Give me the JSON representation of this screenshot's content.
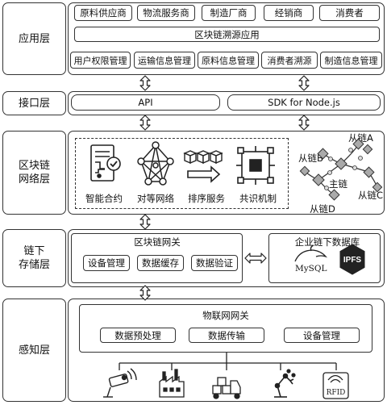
{
  "layers": {
    "application": "应用层",
    "interface": "接口层",
    "blockchain_line1": "区块链",
    "blockchain_line2": "网络层",
    "offchain_line1": "链下",
    "offchain_line2": "存储层",
    "perception": "感知层"
  },
  "application": {
    "participants": [
      "原料供应商",
      "物流服务商",
      "制造厂商",
      "经销商",
      "消费者"
    ],
    "platform": "区块链溯源应用",
    "modules": [
      "用户权限管理",
      "运输信息管理",
      "原料信息管理",
      "消费者溯源",
      "制造信息管理"
    ]
  },
  "interface": {
    "api": "API",
    "sdk": "SDK for Node.js"
  },
  "blockchain": {
    "components": [
      "智能合约",
      "对等网络",
      "排序服务",
      "共识机制"
    ],
    "chains": {
      "main": "主链",
      "a": "从链A",
      "b": "从链B",
      "c": "从链C",
      "d": "从链D"
    }
  },
  "offchain": {
    "gateway_title": "区块链网关",
    "gateway_items": [
      "设备管理",
      "数据缓存",
      "数据验证"
    ],
    "db_title": "企业链下数据库",
    "mysql": "MySQL",
    "ipfs": "IPFS"
  },
  "perception": {
    "gateway_title": "物联网网关",
    "items": [
      "数据预处理",
      "数据传输",
      "设备管理"
    ],
    "rfid": "RFID"
  }
}
